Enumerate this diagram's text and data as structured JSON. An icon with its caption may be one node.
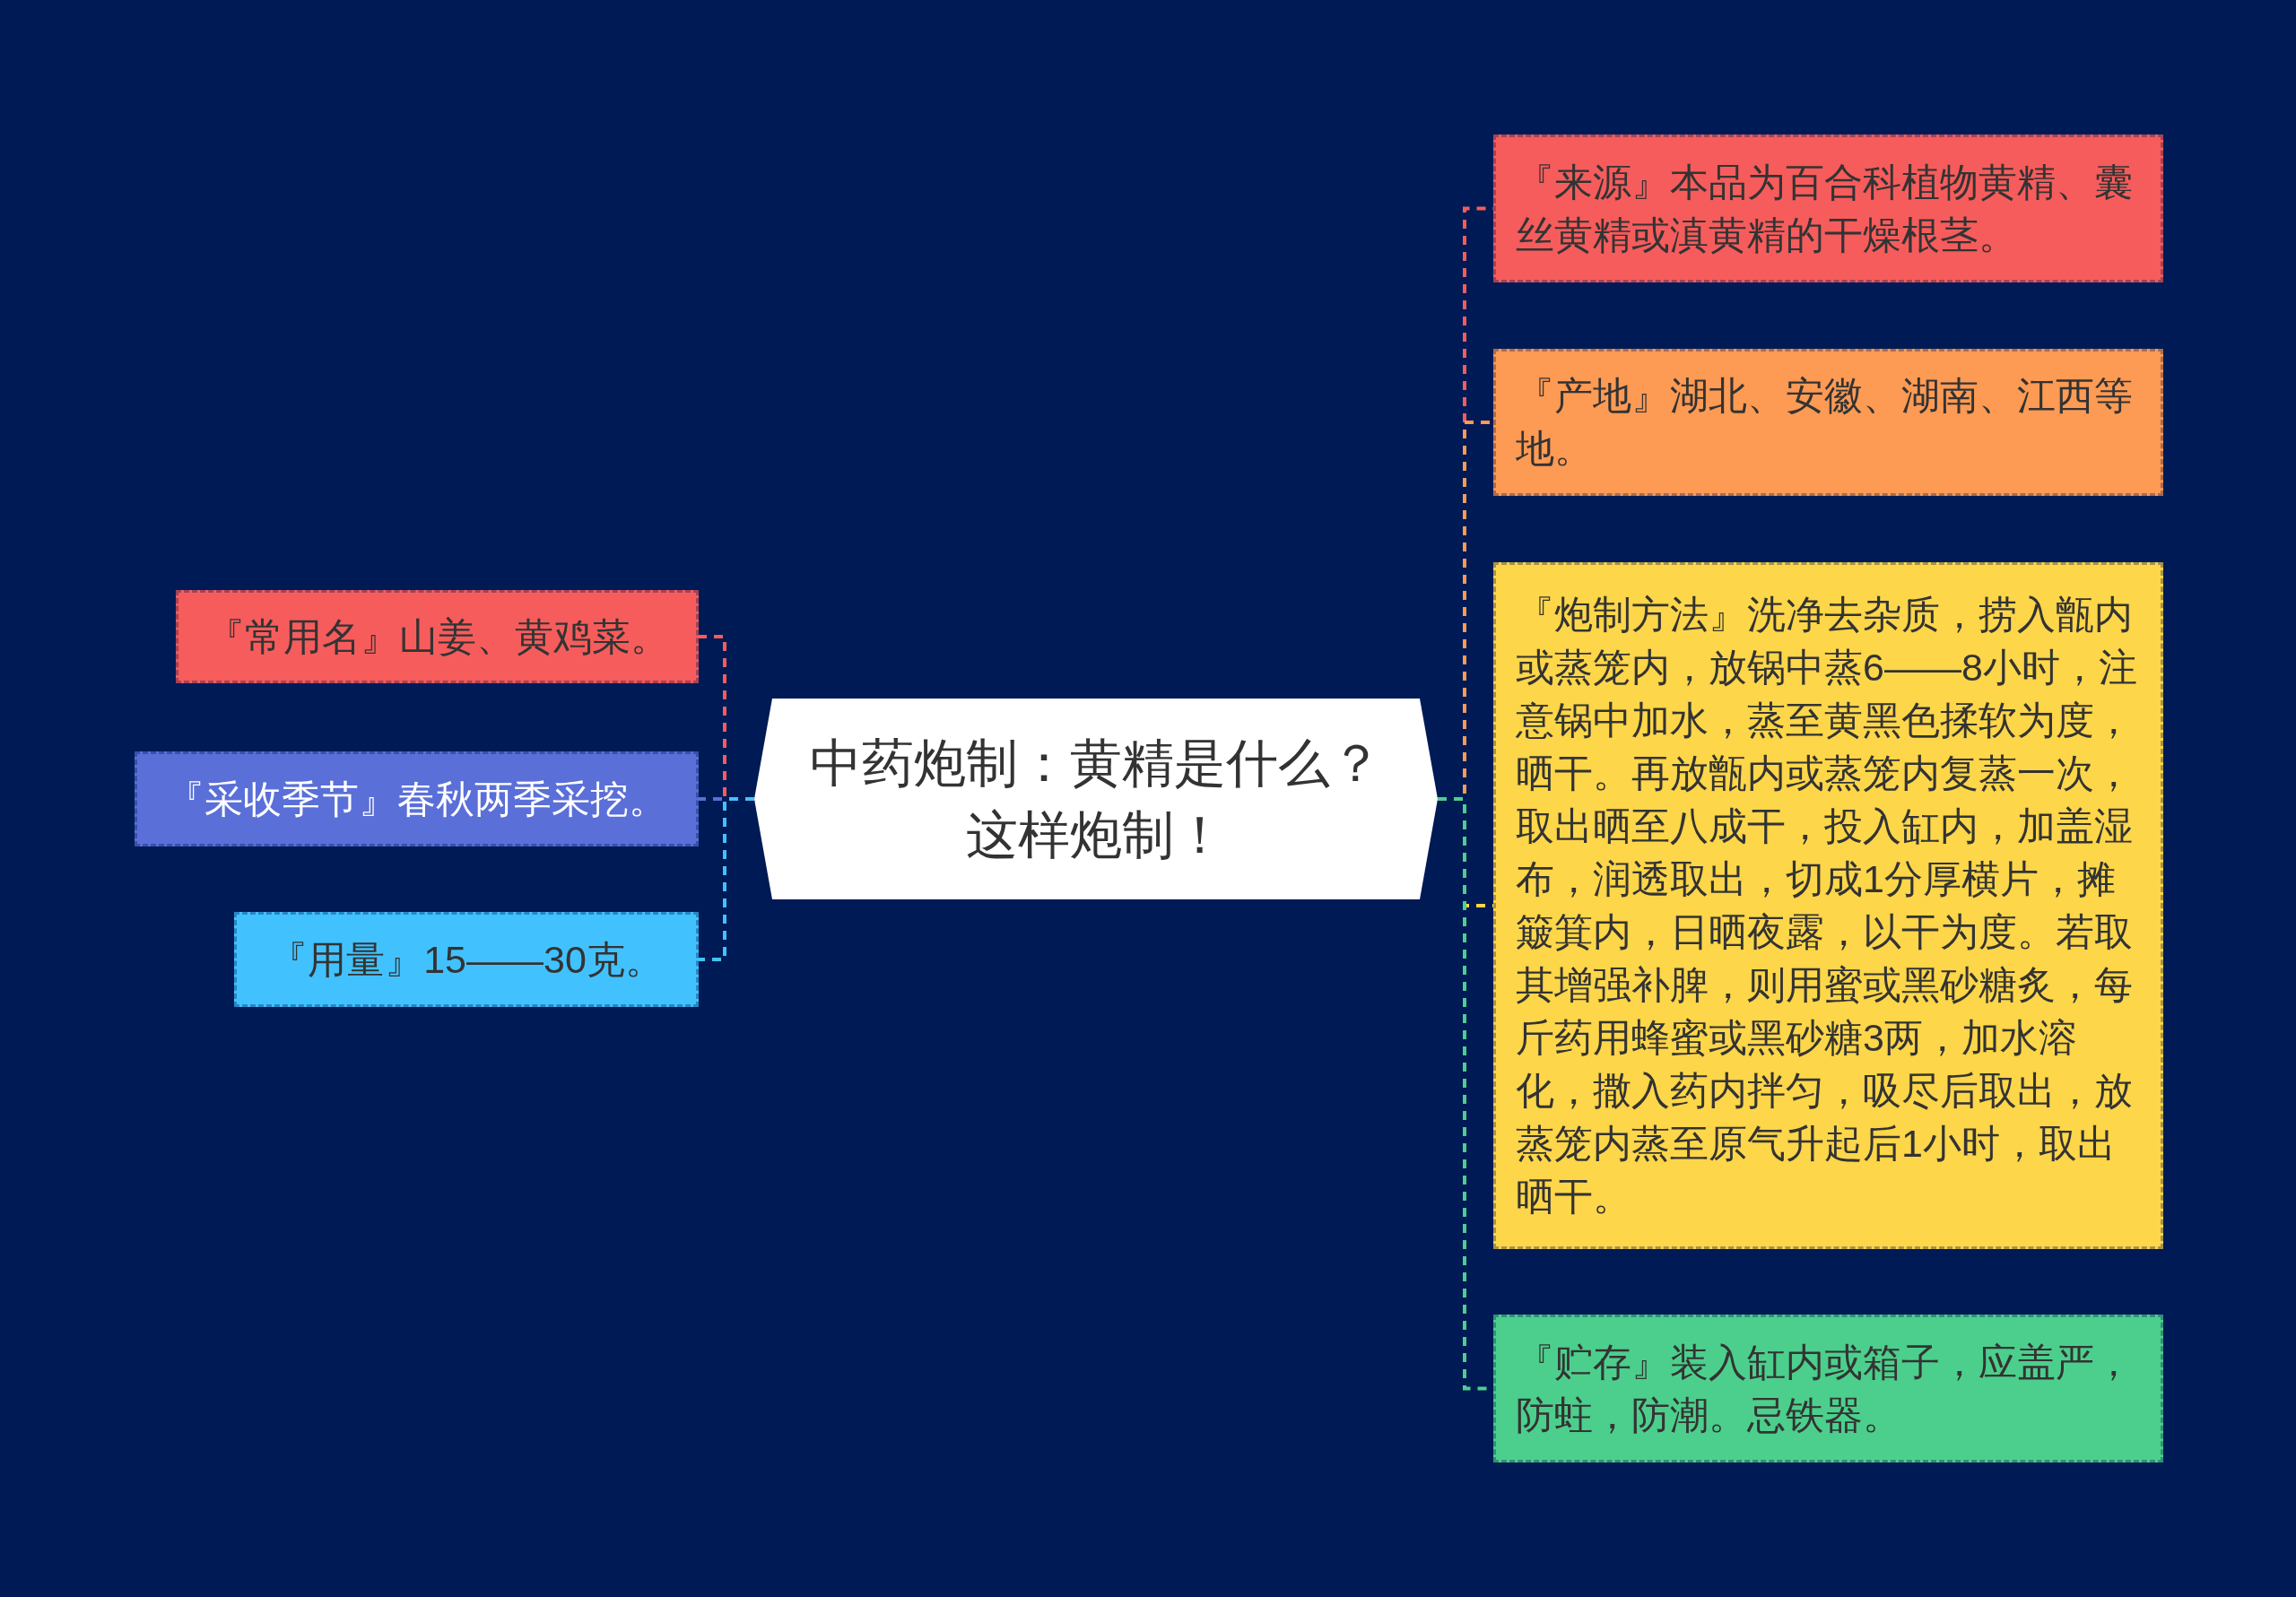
{
  "diagram": {
    "nodes": [
      {
        "text": [
          "中药炮制：黄精是什么？这样炮制！"
        ]
      },
      {
        "text": [
          "『常用名』山姜、黄鸡菜。"
        ]
      },
      {
        "text": [
          "『采收季节』春秋两季采挖。"
        ]
      },
      {
        "text": [
          "『用量』15——30克。"
        ]
      },
      {
        "text": [
          "『来源』本品为百合科植物黄精、囊丝黄精或滇黄精的干燥根茎。"
        ]
      },
      {
        "text": [
          "『产地』湖北、安徽、湖南、江西等地。"
        ]
      },
      {
        "text": [
          "『炮制方法』洗净去杂质，捞入甑内或蒸笼内，放锅中蒸6——8小时，注意锅中加水，蒸至黄黑色揉软为度，晒干。再放甑内或蒸笼内复蒸一次，取出晒至八成干，投入缸内，加盖湿布，润透取出，切成1分厚横片，摊簸箕内，日晒夜露，以干为度。若取其增强补脾，则用蜜或黑砂糖炙，每斤药用蜂蜜或黑砂糖3两，加水溶化，撒入药内拌匀，吸尽后取出，放蒸笼内蒸至原气升起后1小时，取出晒干。"
        ]
      },
      {
        "text": [
          "『贮存』装入缸内或箱子，应盖严，防蛀，防潮。忌铁器。"
        ]
      }
    ],
    "edges": [
      {
        "from": 0,
        "to": 1,
        "arrow": "none",
        "style": "dashed",
        "color": "#f65c5c"
      },
      {
        "from": 0,
        "to": 2,
        "arrow": "none",
        "style": "dashed",
        "color": "#5a6fd8"
      },
      {
        "from": 0,
        "to": 3,
        "arrow": "none",
        "style": "dashed",
        "color": "#41c2fe"
      },
      {
        "from": 0,
        "to": 4,
        "arrow": "none",
        "style": "dashed",
        "color": "#f65c5c"
      },
      {
        "from": 0,
        "to": 5,
        "arrow": "none",
        "style": "dashed",
        "color": "#fd9a54"
      },
      {
        "from": 0,
        "to": 6,
        "arrow": "none",
        "style": "dashed",
        "color": "#fdd649"
      },
      {
        "from": 0,
        "to": 7,
        "arrow": "none",
        "style": "dashed",
        "color": "#4ccf8c"
      }
    ]
  }
}
